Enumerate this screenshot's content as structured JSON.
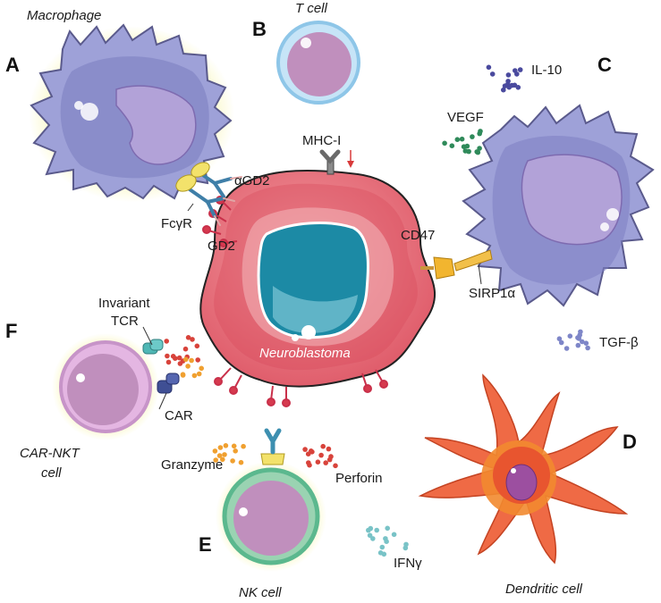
{
  "panels": {
    "A": "A",
    "B": "B",
    "C": "C",
    "D": "D",
    "E": "E",
    "F": "F"
  },
  "cells": {
    "macrophage": "Macrophage",
    "t_cell": "T cell",
    "neuroblastoma": "Neuroblastoma",
    "car_nkt_line1": "CAR-NKT",
    "car_nkt_line2": "cell",
    "nk_cell": "NK cell",
    "dendritic_cell": "Dendritic cell"
  },
  "labels": {
    "agd2": "αGD2",
    "fcyr": "FcγR",
    "gd2": "GD2",
    "mhc1": "MHC-I",
    "il10": "IL-10",
    "vegf": "VEGF",
    "cd47": "CD47",
    "sirp1a": "SIRP1α",
    "tgfb": "TGF-β",
    "invariant_line1": "Invariant",
    "invariant_line2": "TCR",
    "car": "CAR",
    "granzyme": "Granzyme",
    "perforin": "Perforin",
    "ifny": "IFNγ"
  },
  "colors": {
    "macrophage": "#9ea1d8",
    "macrophage_glow": "#f3f08a",
    "neuroblastoma": "#e0707a",
    "nucleus": "#1c8aa5",
    "nk_ring": "#5bb88e",
    "car_nkt_ring": "#c794c8",
    "dendritic": "#ef6a45",
    "t_cell_ring": "#8ec6e8",
    "granzyme_dots": "#f0a030",
    "perforin_dots": "#d8433b",
    "il10_dots": "#4a4a9e",
    "vegf_dots": "#2f8a5a",
    "tgfb_dots": "#7e86c8",
    "ifny_dots": "#79c3c7",
    "mhc_arrow": "#d83a3a"
  }
}
